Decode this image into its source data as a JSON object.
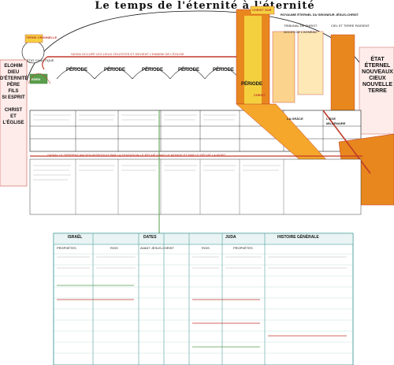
{
  "title": "Le temps de l'éternité à l'éternité",
  "left_column": {
    "terre_originelle": "TERRE ORIGINELLE",
    "etat_chaotique": "ÉTAT CHAOTIQUE",
    "elohim": "ELOHIM",
    "dieu": "DIEU",
    "d_eternite": "D'ÉTERNITÉ",
    "pere": "PÈRE",
    "fils": "FILS",
    "st_esprit": "St ESPRIT",
    "christ": "CHRIST",
    "et": "ET",
    "l_eglise": "L'ÉGLISE",
    "eden": "EDEN"
  },
  "right_column": {
    "etat": "ÉTAT",
    "eternel": "ÉTERNEL",
    "nouveaux": "NOUVEAUX",
    "cieux": "CIEUX",
    "nouvelle": "NOUVELLE",
    "terre": "TERRE"
  },
  "satan_line": "SATAN OCCUPE LES LIEUX CÉLESTES ET DEVIENT L'ENNEMI DE L'ÉGLISE",
  "periods": [
    "PÉRIODE",
    "PÉRIODE",
    "PÉRIODE",
    "PÉRIODE",
    "PÉRIODE",
    "PÉRIODE"
  ],
  "top_right_labels": {
    "royaume": "ROYAUME ÉTERNEL DU SEIGNEUR JÉSUS-CHRIST",
    "christ_sur": "CHRIST SUR",
    "tribunal": "TRIBUNAL DE CHRIST",
    "noces": "NOCES DE L'AGNEAU",
    "ciel_et_terre": "CIEL ET TERRE PASSENT"
  },
  "bottom_band_line": "SATAN, LE SERPENT ANCIEN INTRODUIT PAR LA TENTATION LE PÉCHÉ DANS LE MONDE ET PAR LE PÉCHÉ LA MORT",
  "lower_labels": {
    "l_age": "L'ÂGE",
    "millenaire": "MILLÉNAIRE",
    "l_eglise_grace": "LA GRÂCE",
    "christ_mid": "CHRIST"
  },
  "table": {
    "israel": "ISRAËL",
    "dates": "DATES",
    "juda": "JUDA",
    "prophetes_left": "PROPHÈTES",
    "rois_left": "ROIS",
    "avant_jc": "AVANT JÉSUS-CHRIST",
    "rois_right": "ROIS",
    "prophetes_right": "PROPHÈTES",
    "histoire": "HISTOIRE GÉNÉRALE"
  },
  "colors": {
    "red": "#c0392b",
    "orange": "#e8871e",
    "yellow": "#f4d03f",
    "green": "#5a9e4b",
    "teal": "#2c8c8c",
    "dark": "#111111"
  }
}
